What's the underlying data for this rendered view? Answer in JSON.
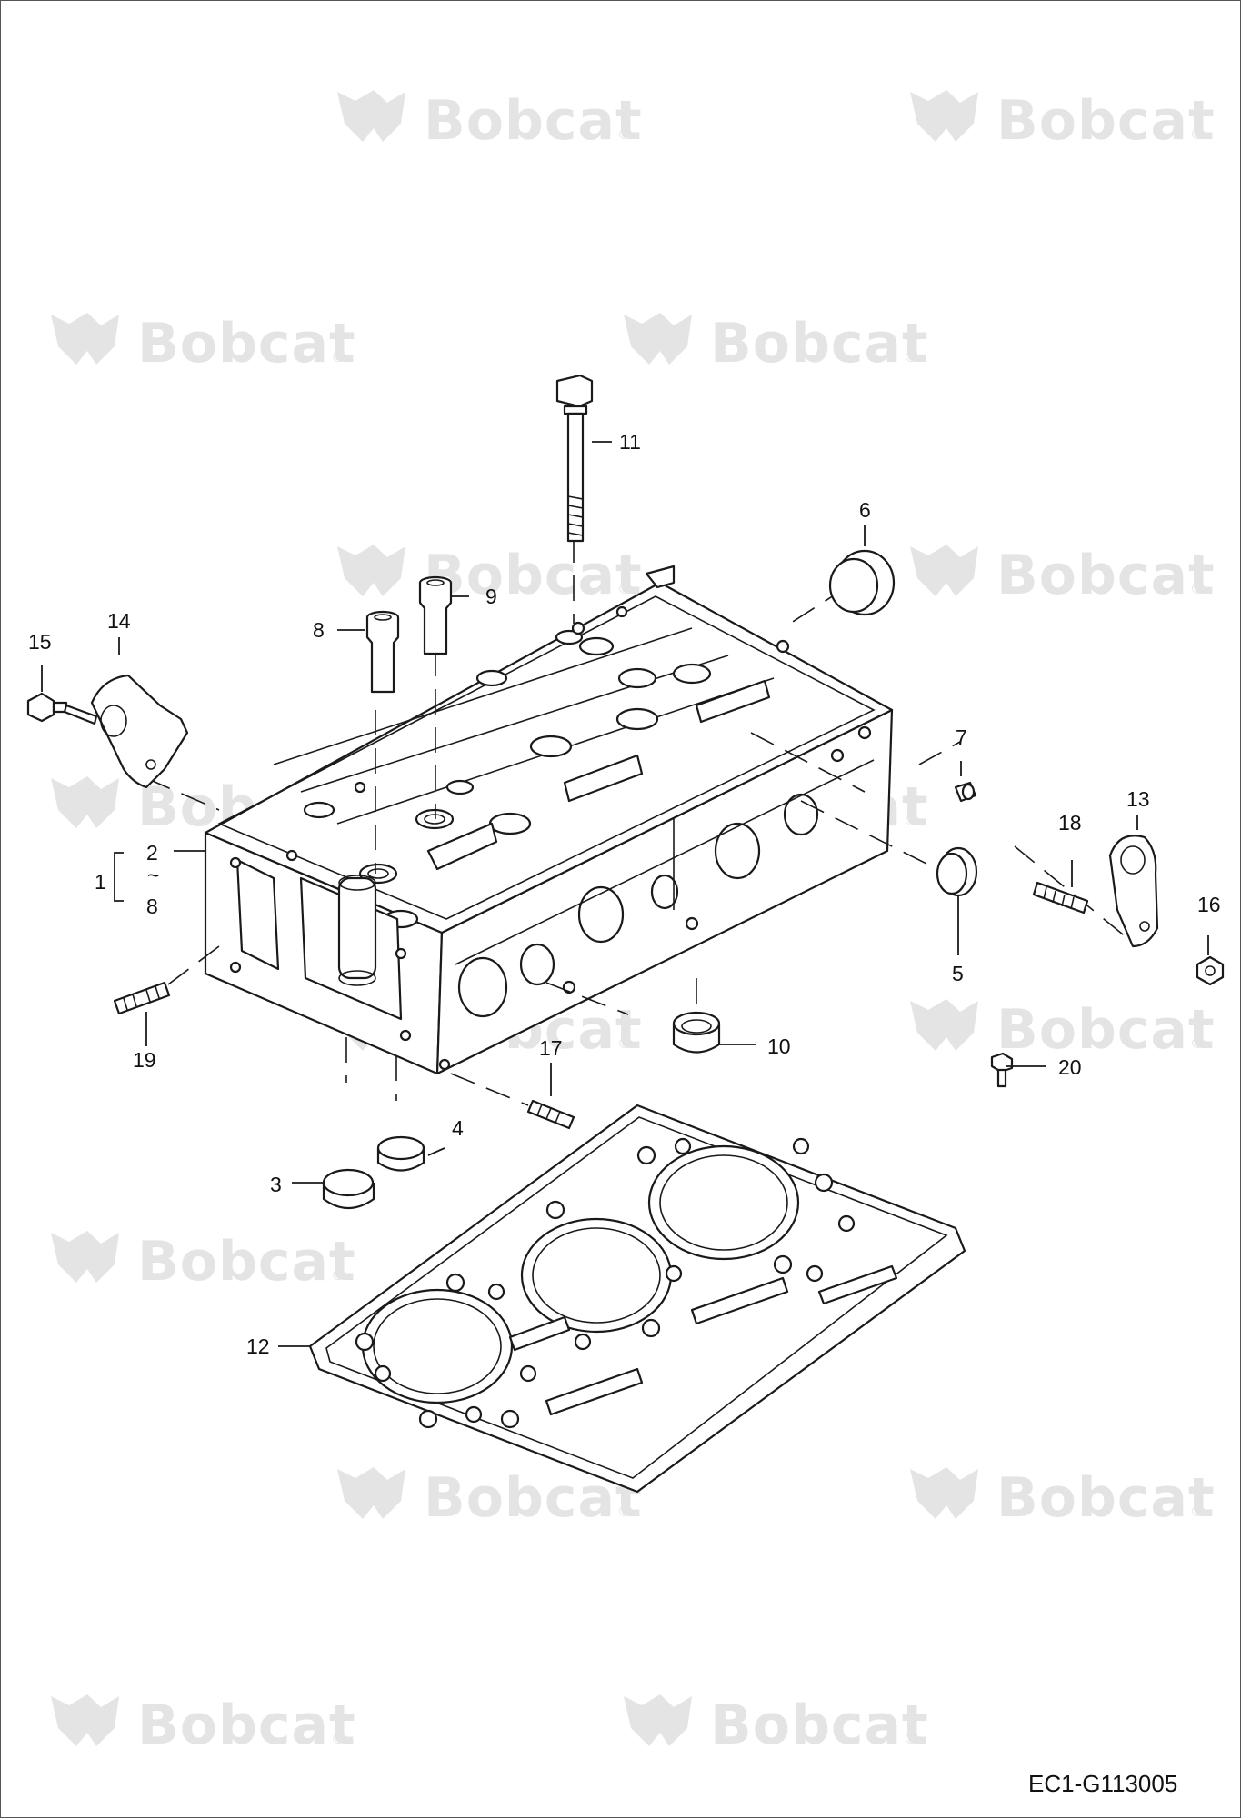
{
  "watermark": {
    "brand": "Bobcat",
    "mark": "®"
  },
  "figure_code": "EC1-G113005",
  "callouts": {
    "c1": "1",
    "c2": "2",
    "c_tilde": "~",
    "c8b": "8",
    "c3": "3",
    "c4": "4",
    "c5": "5",
    "c6": "6",
    "c7": "7",
    "c8": "8",
    "c9": "9",
    "c10": "10",
    "c11": "11",
    "c12": "12",
    "c13": "13",
    "c14": "14",
    "c15": "15",
    "c16": "16",
    "c17": "17",
    "c18": "18",
    "c19": "19",
    "c20": "20"
  },
  "line_color": "#1a1a1a",
  "watermark_color": "#e4e4e4"
}
